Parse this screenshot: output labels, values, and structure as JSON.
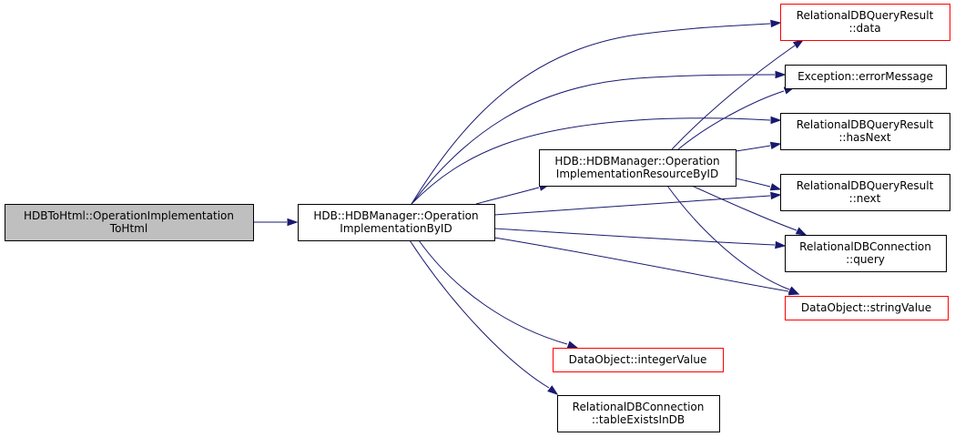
{
  "colors": {
    "edge": "#191970",
    "normal_border": "#000000",
    "truncated_border": "#ff0000",
    "root_fill": "#bfbfbf",
    "node_fill": "#ffffff"
  },
  "nodes": {
    "root": {
      "lines": [
        "HDBToHtml::OperationImplementation",
        "ToHtml"
      ],
      "style": "root"
    },
    "op_impl_by_id": {
      "lines": [
        "HDB::HDBManager::Operation",
        "ImplementationByID"
      ],
      "style": "normal"
    },
    "op_impl_res_by_id": {
      "lines": [
        "HDB::HDBManager::Operation",
        "ImplementationResourceByID"
      ],
      "style": "normal"
    },
    "qr_data": {
      "lines": [
        "RelationalDBQueryResult",
        "::data"
      ],
      "style": "truncated"
    },
    "exc_msg": {
      "lines": [
        "Exception::errorMessage"
      ],
      "style": "normal"
    },
    "qr_hasnext": {
      "lines": [
        "RelationalDBQueryResult",
        "::hasNext"
      ],
      "style": "normal"
    },
    "qr_next": {
      "lines": [
        "RelationalDBQueryResult",
        "::next"
      ],
      "style": "normal"
    },
    "conn_query": {
      "lines": [
        "RelationalDBConnection",
        "::query"
      ],
      "style": "normal"
    },
    "do_string": {
      "lines": [
        "DataObject::stringValue"
      ],
      "style": "truncated"
    },
    "do_int": {
      "lines": [
        "DataObject::integerValue"
      ],
      "style": "truncated"
    },
    "conn_table": {
      "lines": [
        "RelationalDBConnection",
        "::tableExistsInDB"
      ],
      "style": "normal"
    }
  },
  "edges": [
    [
      "root",
      "op_impl_by_id"
    ],
    [
      "op_impl_by_id",
      "op_impl_res_by_id"
    ],
    [
      "op_impl_by_id",
      "qr_data"
    ],
    [
      "op_impl_by_id",
      "exc_msg"
    ],
    [
      "op_impl_by_id",
      "qr_hasnext"
    ],
    [
      "op_impl_by_id",
      "qr_next"
    ],
    [
      "op_impl_by_id",
      "conn_query"
    ],
    [
      "op_impl_by_id",
      "do_string"
    ],
    [
      "op_impl_by_id",
      "do_int"
    ],
    [
      "op_impl_by_id",
      "conn_table"
    ],
    [
      "op_impl_res_by_id",
      "qr_data"
    ],
    [
      "op_impl_res_by_id",
      "exc_msg"
    ],
    [
      "op_impl_res_by_id",
      "qr_hasnext"
    ],
    [
      "op_impl_res_by_id",
      "qr_next"
    ],
    [
      "op_impl_res_by_id",
      "conn_query"
    ],
    [
      "op_impl_res_by_id",
      "do_string"
    ]
  ]
}
